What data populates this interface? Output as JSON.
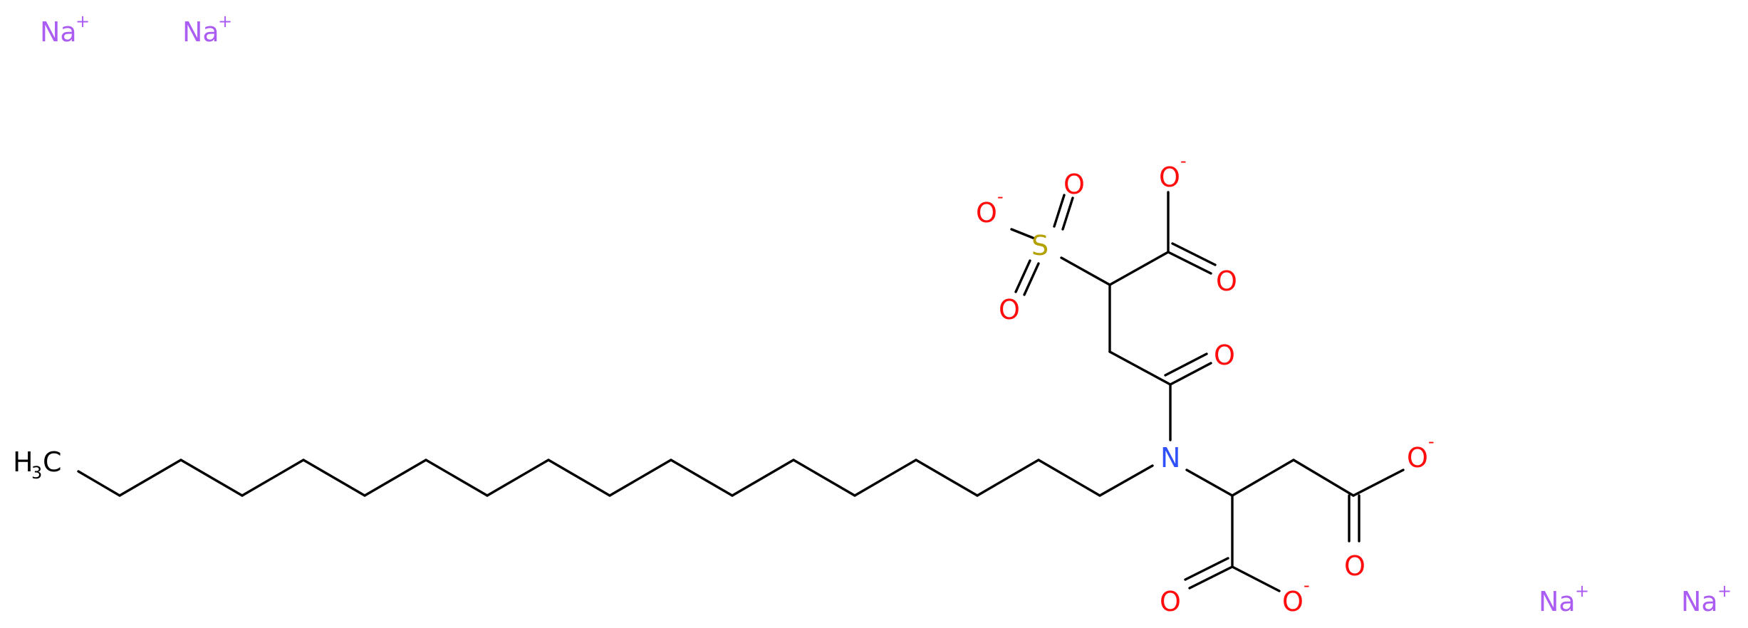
{
  "colors": {
    "carbon": "#000000",
    "oxygen": "#ff0d0d",
    "sulfur": "#b2a100",
    "nitrogen": "#3050f8",
    "sodium": "#ab5cf2"
  },
  "labels": {
    "na": "Na",
    "plus": "+",
    "minus": "-",
    "o": "O",
    "s": "S",
    "n": "N",
    "h": "H",
    "c": "C",
    "three": "3"
  }
}
